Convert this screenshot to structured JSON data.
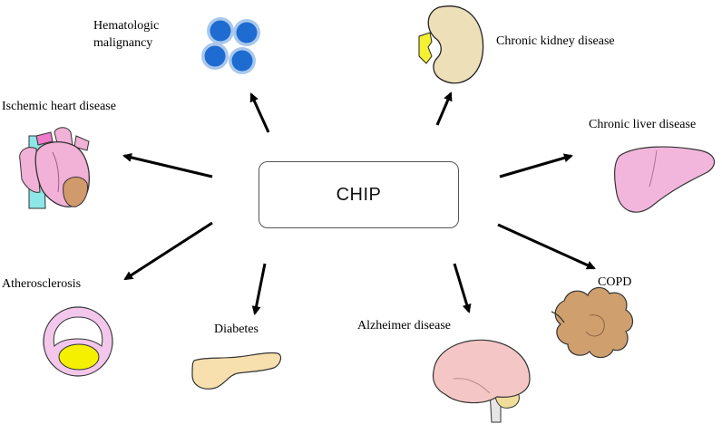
{
  "center": {
    "label": "CHIP"
  },
  "nodes": {
    "hematologic": {
      "label": "Hematologic malignancy",
      "icon": "blood-cells-icon"
    },
    "kidney": {
      "label": "Chronic kidney disease",
      "icon": "kidney-icon"
    },
    "liver": {
      "label": "Chronic liver disease",
      "icon": "liver-icon"
    },
    "copd": {
      "label": "COPD",
      "icon": "lung-alveoli-icon"
    },
    "alzheimer": {
      "label": "Alzheimer disease",
      "icon": "brain-icon"
    },
    "diabetes": {
      "label": "Diabetes",
      "icon": "pancreas-icon"
    },
    "atherosclerosis": {
      "label": "Atherosclerosis",
      "icon": "artery-cross-section-icon"
    },
    "ischemic": {
      "label": "Ischemic heart disease",
      "icon": "heart-icon"
    }
  },
  "colors": {
    "cell_fill": "#1e6bd1",
    "cell_ring": "#a9c8ec",
    "kidney_fill": "#ede0b8",
    "ureter": "#f5f032",
    "liver_fill": "#f2b6dc",
    "copd_fill": "#cf9f6e",
    "brain_fill": "#f4c6c6",
    "pancreas_fill": "#f7dfae",
    "artery_ring": "#f3c7ec",
    "plaque": "#f5f000",
    "heart_fill": "#f2b1d6",
    "heart_vessel": "#8ee7e7",
    "infarct": "#d19a6c"
  }
}
